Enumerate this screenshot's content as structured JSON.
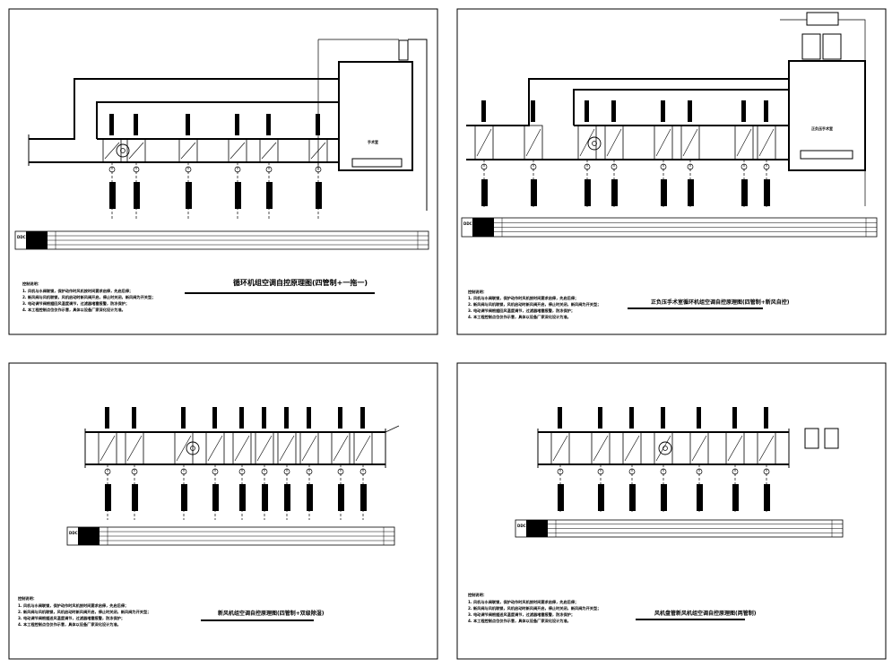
{
  "panels": [
    {
      "title": "循环机组空调自控原理图(四管制+一拖一)",
      "notes_heading": "控制说明：",
      "notes": [
        "1. 风机与水阀联锁，保护动作时风机按时间要求启停，先启后停；",
        "2. 新风阀与风机联锁，风机启动时新风阀开启，停止时关闭，新风阀为开关型；",
        "3. 电动调节阀根据回风温度调节，过滤器堵塞报警，防冻保护；",
        "4. 本工程控制点位仅作示意，具体以设备厂家深化设计为准。"
      ],
      "ddc_label": "DDC",
      "room_label": "手术室"
    },
    {
      "title": "正负压手术室循环机组空调自控原理图(四管制+新风自控)",
      "notes_heading": "控制说明：",
      "notes": [
        "1. 风机与水阀联锁，保护动作时风机按时间要求启停，先启后停；",
        "2. 新风阀与风机联锁，风机启动时新风阀开启，停止时关闭，新风阀为开关型；",
        "3. 电动调节阀根据回风温度调节，过滤器堵塞报警，防冻保护；",
        "4. 本工程控制点位仅作示意，具体以设备厂家深化设计为准。"
      ],
      "ddc_label": "DDC",
      "room_label": "正负压手术室"
    },
    {
      "title": "新风机组空调自控原理图(四管制+双级除湿)",
      "notes_heading": "控制说明：",
      "notes": [
        "1. 风机与水阀联锁，保护动作时风机按时间要求启停，先启后停；",
        "2. 新风阀与风机联锁，风机启动时新风阀开启，停止时关闭，新风阀为开关型；",
        "3. 电动调节阀根据送风温度调节，过滤器堵塞报警，防冻保护；",
        "4. 本工程控制点位仅作示意，具体以设备厂家深化设计为准。"
      ],
      "ddc_label": "DDC"
    },
    {
      "title": "风机盘管新风机组空调自控原理图(两管制)",
      "notes_heading": "控制说明：",
      "notes": [
        "1. 风机与水阀联锁，保护动作时风机按时间要求启停，先启后停；",
        "2. 新风阀与风机联锁，风机启动时新风阀开启，停止时关闭，新风阀为开关型；",
        "3. 电动调节阀根据送风温度调节，过滤器堵塞报警，防冻保护；",
        "4. 本工程控制点位仅作示意，具体以设备厂家深化设计为准。"
      ],
      "ddc_label": "DDC"
    }
  ]
}
